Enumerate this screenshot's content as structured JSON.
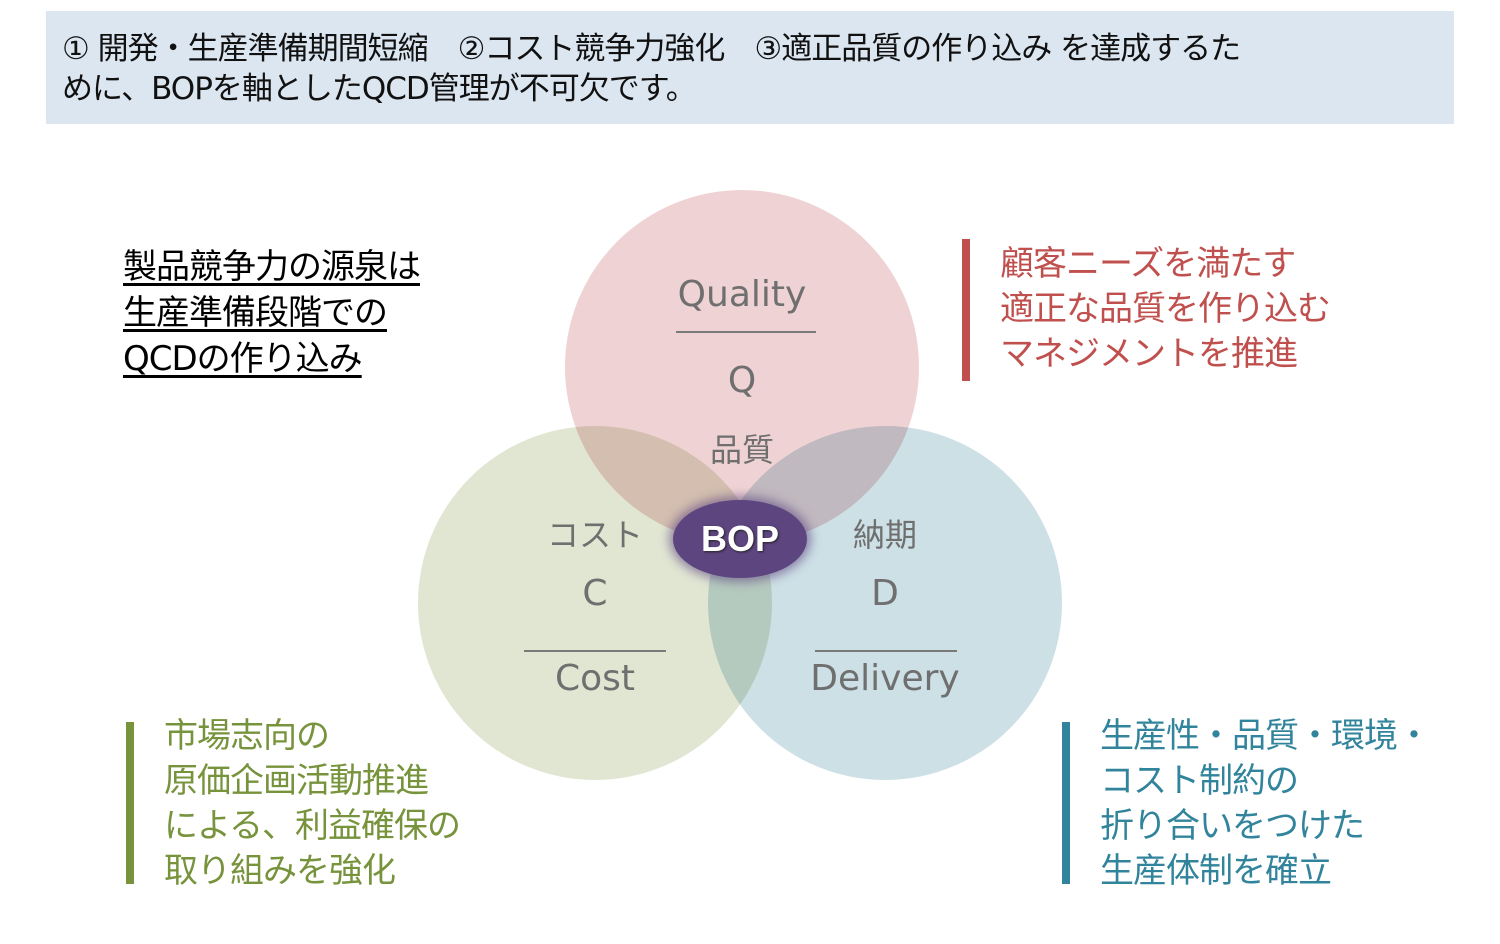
{
  "banner": {
    "line1": "① 開発・生産準備期間短縮　②コスト競争力強化　③適正品質の作り込み を達成するた",
    "line2": "めに、BOPを軸としたQCD管理が不可欠です。"
  },
  "headline": [
    "製品競争力の源泉は",
    "生産準備段階での",
    "QCDの作り込み"
  ],
  "venn": {
    "quality": {
      "english": "Quality",
      "letter": "Q",
      "japanese": "品質"
    },
    "cost": {
      "english": "Cost",
      "letter": "C",
      "japanese": "コスト"
    },
    "delivery": {
      "english": "Delivery",
      "letter": "D",
      "japanese": "納期"
    },
    "center": "BOP"
  },
  "notes": {
    "quality": [
      "顧客ニーズを満たす",
      "適正な品質を作り込む",
      "マネジメントを推進"
    ],
    "cost": [
      "市場志向の",
      "原価企画活動推進",
      "による、利益確保の",
      "取り組みを強化"
    ],
    "delivery": [
      "生産性・品質・環境・",
      "コスト制約の",
      "折り合いをつけた",
      "生産体制を確立"
    ]
  },
  "colors": {
    "quality": "#c0504d",
    "cost": "#77933c",
    "delivery": "#31849b",
    "bop": "#5d4580"
  }
}
